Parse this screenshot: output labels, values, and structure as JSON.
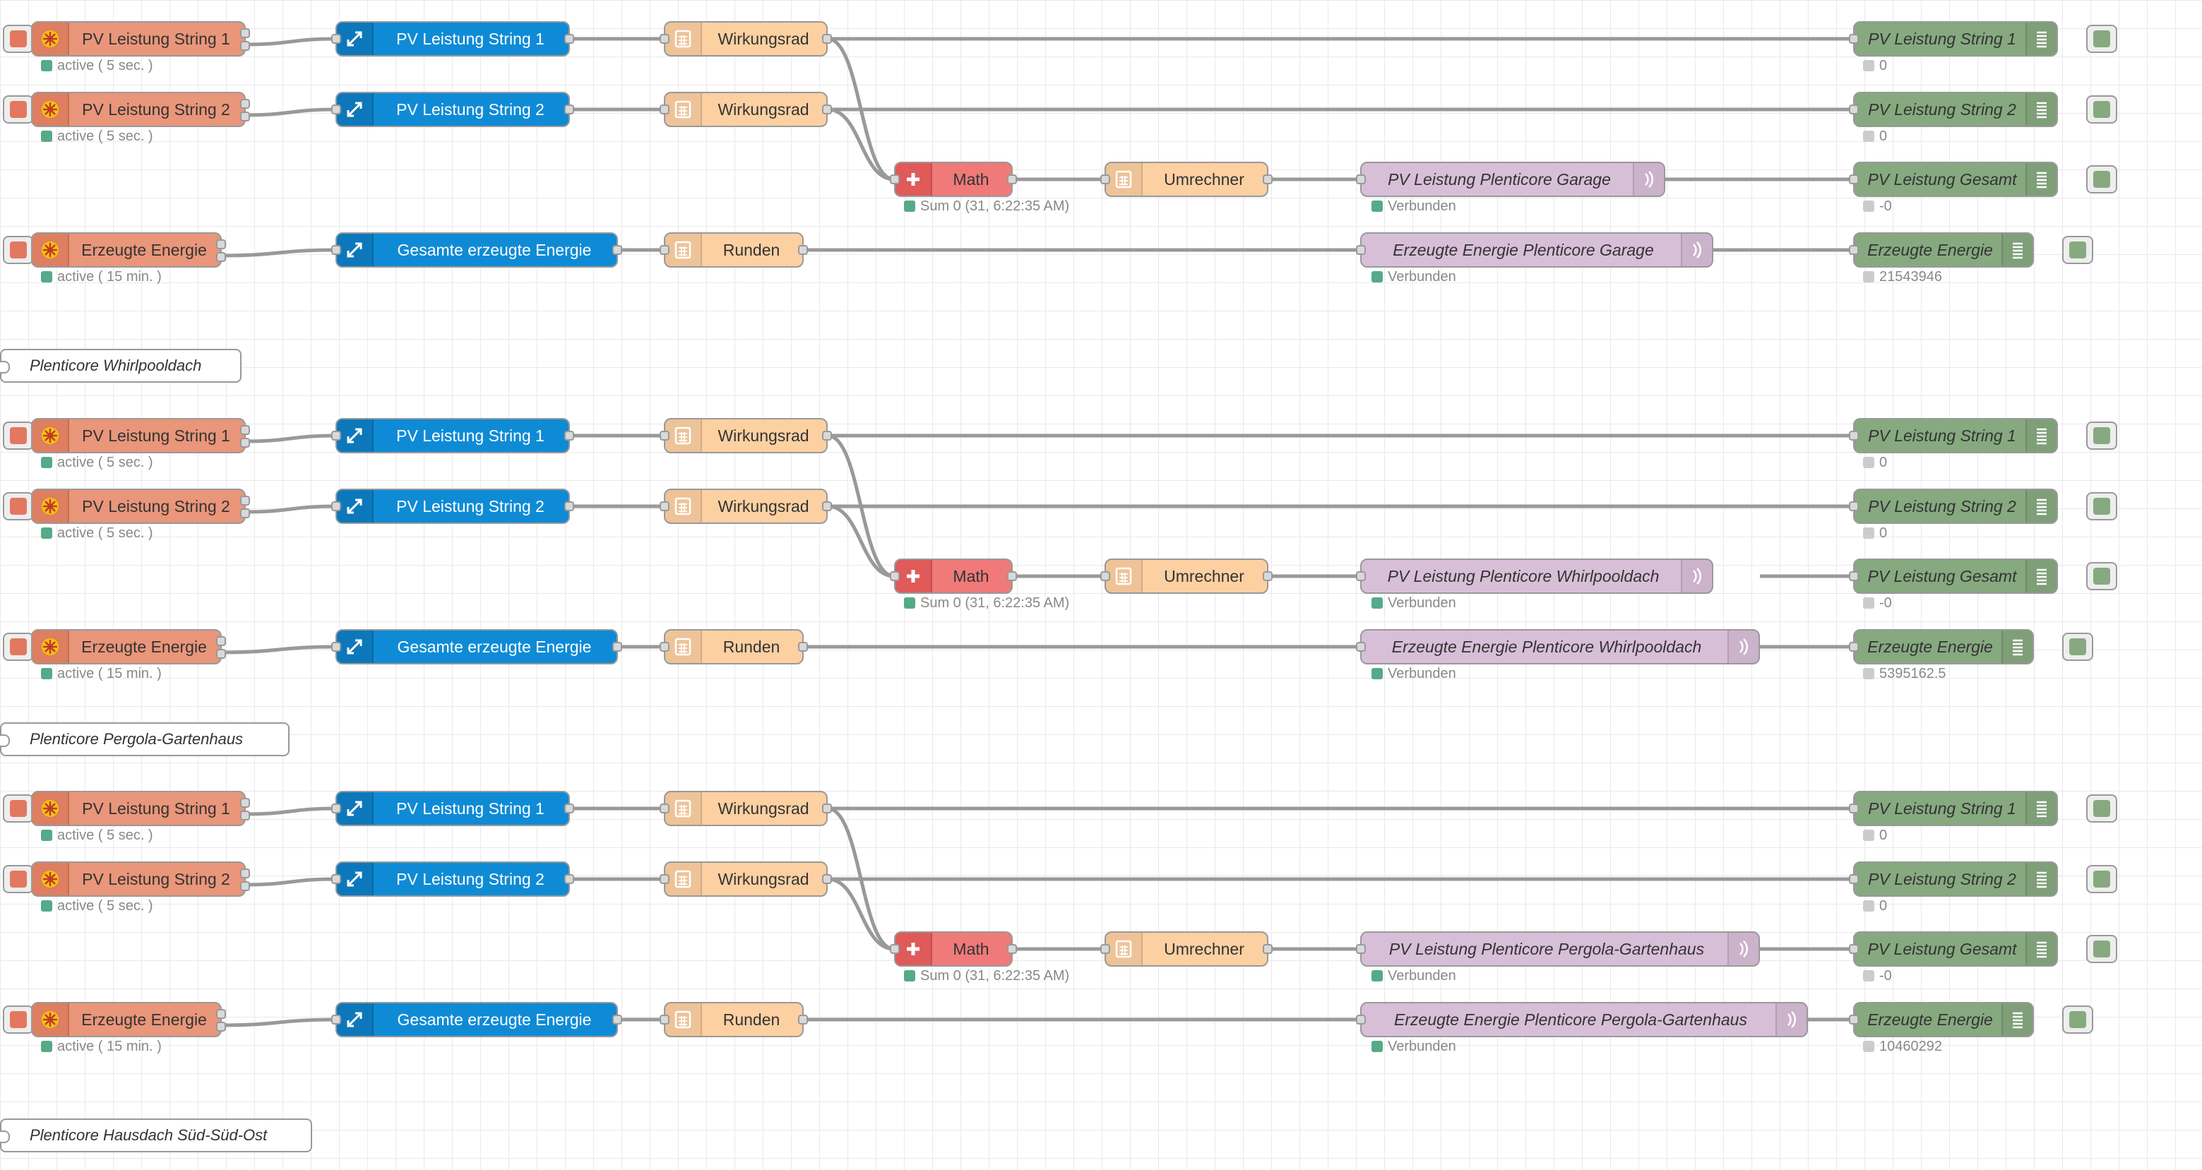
{
  "canvas": {
    "title": "Node-RED Flow Editor"
  },
  "icons": {
    "inject": "asterisk-gear-icon",
    "range": "expand-arrows-icon",
    "function": "calculator-icon",
    "math": "plus-icon",
    "mqtt_out": "broadcast-icon",
    "debug": "list-lines-icon"
  },
  "colors": {
    "inject": "#e9967a",
    "range": "#0f8bd6",
    "function": "#fdd0a2",
    "math": "#f07a7a",
    "mqtt_out": "#d8bfd8",
    "debug": "#87a980",
    "wire": "#999999"
  },
  "groups": [
    {
      "comment": "",
      "string1": {
        "inject": "PV Leistung String 1",
        "inject_status": "active ( 5 sec. )",
        "range": "PV Leistung String 1",
        "func": "Wirkungsrad",
        "debug": "PV Leistung String 1",
        "debug_status": "0"
      },
      "string2": {
        "inject": "PV Leistung String 2",
        "inject_status": "active ( 5 sec. )",
        "range": "PV Leistung String 2",
        "func": "Wirkungsrad",
        "debug": "PV Leistung String 2",
        "debug_status": "0"
      },
      "total": {
        "math": "Math",
        "math_status": "Sum 0 (31, 6:22:35 AM)",
        "func": "Umrechner",
        "mqtt": "PV Leistung Plenticore Garage",
        "mqtt_status": "Verbunden",
        "debug": "PV Leistung Gesamt",
        "debug_status": "-0"
      },
      "energy": {
        "inject": "Erzeugte Energie",
        "inject_status": "active ( 15 min. )",
        "range": "Gesamte erzeugte Energie",
        "func": "Runden",
        "mqtt": "Erzeugte Energie Plenticore Garage",
        "mqtt_status": "Verbunden",
        "debug": "Erzeugte Energie",
        "debug_status": "21543946"
      }
    },
    {
      "comment": "Plenticore Whirlpooldach",
      "string1": {
        "inject": "PV Leistung String 1",
        "inject_status": "active ( 5 sec. )",
        "range": "PV Leistung String 1",
        "func": "Wirkungsrad",
        "debug": "PV Leistung String 1",
        "debug_status": "0"
      },
      "string2": {
        "inject": "PV Leistung String 2",
        "inject_status": "active ( 5 sec. )",
        "range": "PV Leistung String 2",
        "func": "Wirkungsrad",
        "debug": "PV Leistung String 2",
        "debug_status": "0"
      },
      "total": {
        "math": "Math",
        "math_status": "Sum 0 (31, 6:22:35 AM)",
        "func": "Umrechner",
        "mqtt": "PV Leistung Plenticore Whirlpooldach",
        "mqtt_status": "Verbunden",
        "debug": "PV Leistung Gesamt",
        "debug_status": "-0"
      },
      "energy": {
        "inject": "Erzeugte Energie",
        "inject_status": "active ( 15 min. )",
        "range": "Gesamte erzeugte Energie",
        "func": "Runden",
        "mqtt": "Erzeugte Energie Plenticore Whirlpooldach",
        "mqtt_status": "Verbunden",
        "debug": "Erzeugte Energie",
        "debug_status": "5395162.5"
      }
    },
    {
      "comment": "Plenticore Pergola-Gartenhaus",
      "string1": {
        "inject": "PV Leistung String 1",
        "inject_status": "active ( 5 sec. )",
        "range": "PV Leistung String 1",
        "func": "Wirkungsrad",
        "debug": "PV Leistung String 1",
        "debug_status": "0"
      },
      "string2": {
        "inject": "PV Leistung String 2",
        "inject_status": "active ( 5 sec. )",
        "range": "PV Leistung String 2",
        "func": "Wirkungsrad",
        "debug": "PV Leistung String 2",
        "debug_status": "0"
      },
      "total": {
        "math": "Math",
        "math_status": "Sum 0 (31, 6:22:35 AM)",
        "func": "Umrechner",
        "mqtt": "PV Leistung Plenticore Pergola-Gartenhaus",
        "mqtt_status": "Verbunden",
        "debug": "PV Leistung Gesamt",
        "debug_status": "-0"
      },
      "energy": {
        "inject": "Erzeugte Energie",
        "inject_status": "active ( 15 min. )",
        "range": "Gesamte erzeugte Energie",
        "func": "Runden",
        "mqtt": "Erzeugte Energie Plenticore Pergola-Gartenhaus",
        "mqtt_status": "Verbunden",
        "debug": "Erzeugte Energie",
        "debug_status": "10460292"
      }
    }
  ],
  "trailing_comment": "Plenticore Hausdach Süd-Süd-Ost"
}
